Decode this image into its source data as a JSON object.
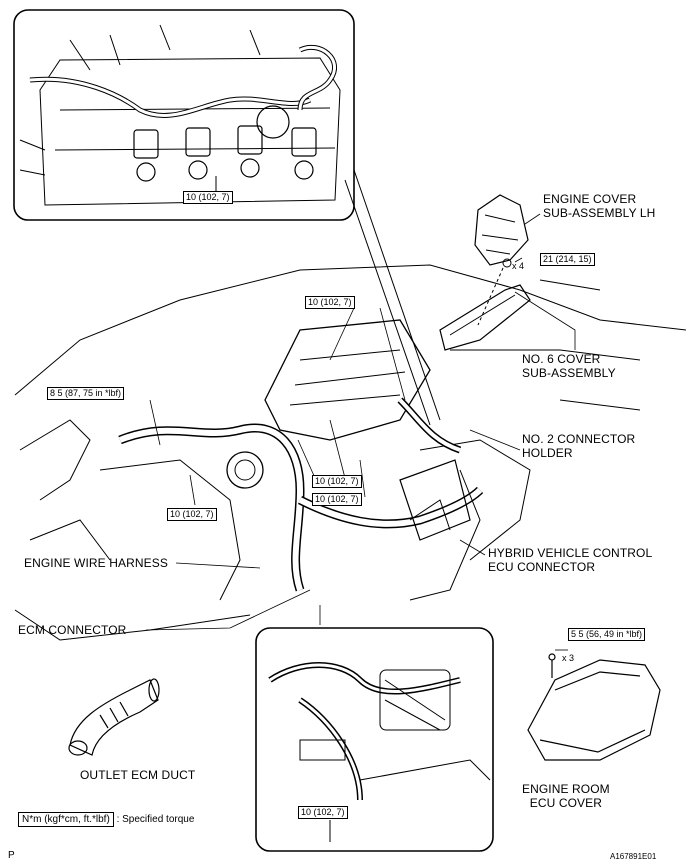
{
  "labels": {
    "engine_cover_lh": [
      "ENGINE COVER",
      "SUB-ASSEMBLY LH"
    ],
    "no6_cover": [
      "NO. 6 COVER",
      "SUB-ASSEMBLY"
    ],
    "no2_connector_holder": [
      "NO. 2 CONNECTOR",
      "HOLDER"
    ],
    "hv_control_ecu_connector": [
      "HYBRID VEHICLE CONTROL",
      "ECU CONNECTOR"
    ],
    "engine_wire_harness": "ENGINE WIRE HARNESS",
    "ecm_connector": "ECM CONNECTOR",
    "outlet_ecm_duct": "OUTLET ECM DUCT",
    "engine_room_ecu_cover": [
      "ENGINE ROOM",
      "ECU COVER"
    ]
  },
  "torques": {
    "inset_top": "10 (102, 7)",
    "cover_lh": "21 (214, 15)",
    "upper": "10 (102, 7)",
    "left": "8 5 (87, 75 in *lbf)",
    "center": "10 (102, 7)",
    "center_lower": "10 (102, 7)",
    "lower_left": "10 (102, 7)",
    "ecu_cover": "5 5 (56, 49 in *lbf)",
    "inset_bottom": "10 (102, 7)"
  },
  "quantities": {
    "cover_lh": "x 4",
    "ecu_cover": "x 3"
  },
  "legend": {
    "unit": "N*m (kgf*cm, ft.*lbf)",
    "text": ": Specified torque"
  },
  "corner": {
    "left": "P",
    "right": "A167891E01"
  }
}
